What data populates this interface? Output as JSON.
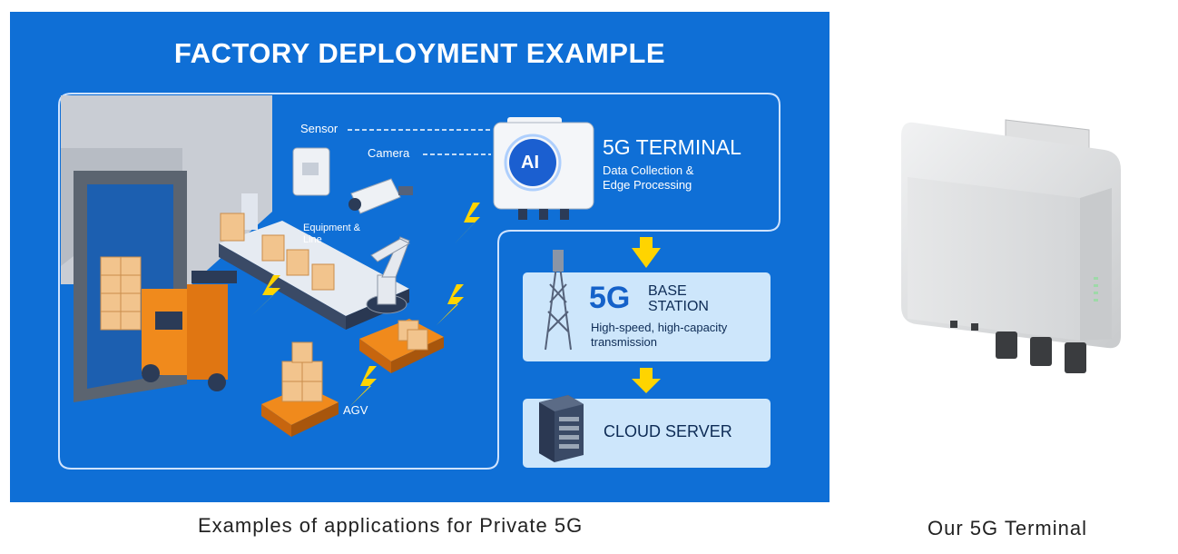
{
  "diagram": {
    "title": "FACTORY DEPLOYMENT EXAMPLE",
    "labels": {
      "sensor": "Sensor",
      "camera": "Camera",
      "equipment_line_1": "Equipment &",
      "equipment_line_2": "Line",
      "agv": "AGV",
      "ai": "AI"
    },
    "terminal": {
      "title": "5G TERMINAL",
      "desc_line_1": "Data Collection &",
      "desc_line_2": "Edge Processing"
    },
    "base_station": {
      "big": "5G",
      "title_line_1": "BASE",
      "title_line_2": "STATION",
      "desc_line_1": "High-speed, high-capacity",
      "desc_line_2": "transmission"
    },
    "cloud": {
      "title": "CLOUD SERVER"
    }
  },
  "captions": {
    "left": "Examples of applications for Private 5G",
    "right": "Our 5G Terminal"
  },
  "colors": {
    "panel_blue": "#0f6fd6",
    "light_box": "#cde6fb",
    "bolt_yellow": "#ffd400",
    "text_navy": "#0d2b55"
  }
}
